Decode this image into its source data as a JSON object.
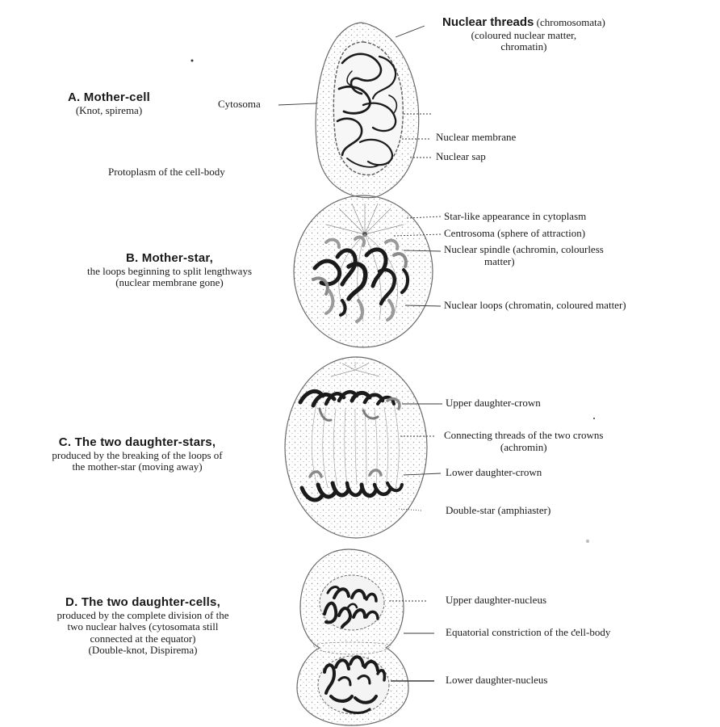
{
  "stages": {
    "a": {
      "title": "A. Mother-cell",
      "subtitle": "(Knot, spirema)"
    },
    "b": {
      "title": "B. Mother-star,",
      "subtitle_1": "the loops beginning to split lengthways",
      "subtitle_2": "(nuclear membrane gone)"
    },
    "c": {
      "title": "C. The two daughter-stars,",
      "subtitle_1": "produced by the breaking of the loops of",
      "subtitle_2": "the mother-star (moving away)"
    },
    "d": {
      "title": "D. The two daughter-cells,",
      "subtitle_1": "produced by the complete division of the",
      "subtitle_2": "two nuclear halves (cytosomata still",
      "subtitle_3": "connected at the equator)",
      "subtitle_4": "(Double-knot, Dispirema)"
    }
  },
  "side_labels": {
    "cytosoma": "Cytosoma",
    "protoplasm": "Protoplasm of the cell-body"
  },
  "annotations": {
    "nuclear_threads_bold": "Nuclear threads",
    "nuclear_threads_rest": "(chromosomata)",
    "nuclear_threads_2": "(coloured nuclear matter,",
    "nuclear_threads_3": "chromatin)",
    "nuclear_membrane": "Nuclear membrane",
    "nuclear_sap": "Nuclear sap",
    "star_like": "Star-like appearance in cytoplasm",
    "centrosoma": "Centrosoma (sphere of attraction)",
    "spindle_1": "Nuclear spindle (achromin, colourless",
    "spindle_2": "matter)",
    "nuclear_loops": "Nuclear loops (chromatin, coloured matter)",
    "upper_crown": "Upper daughter-crown",
    "connecting_1": "Connecting threads of the two crowns",
    "connecting_2": "(achromin)",
    "lower_crown": "Lower daughter-crown",
    "double_star": "Double-star (amphiaster)",
    "upper_nucleus": "Upper daughter-nucleus",
    "equatorial": "Equatorial constriction of the cell-body",
    "lower_nucleus": "Lower daughter-nucleus"
  }
}
